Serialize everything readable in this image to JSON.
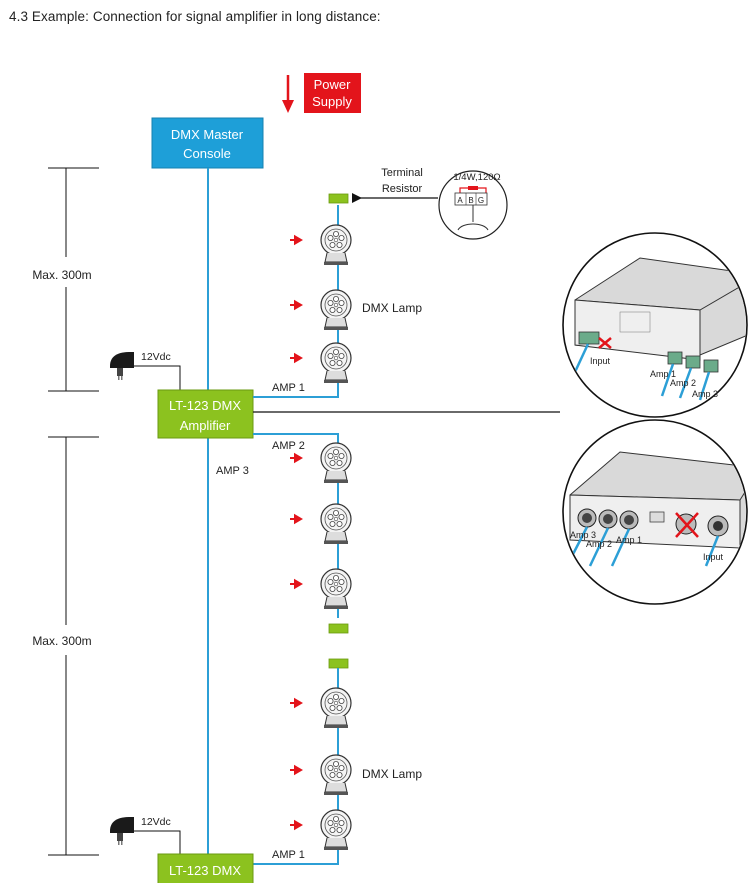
{
  "title": "4.3 Example: Connection for signal amplifier in long distance:",
  "power_supply": {
    "line1": "Power",
    "line2": "Supply"
  },
  "master_console": {
    "line1": "DMX Master",
    "line2": "Console"
  },
  "terminal_resistor": {
    "line1": "Terminal",
    "line2": "Resistor",
    "value": "1/4W,120Ω",
    "pins": [
      "A",
      "B",
      "G"
    ]
  },
  "amplifier_1": {
    "line1": "LT-123 DMX",
    "line2": "Amplifier"
  },
  "amplifier_2": {
    "line1": "LT-123 DMX"
  },
  "distance_labels": [
    "Max. 300m",
    "Max. 300m"
  ],
  "power_adapter_label": "12Vdc",
  "lamp_label": "DMX Lamp",
  "amp_labels": {
    "amp1": "AMP 1",
    "amp2": "AMP 2",
    "amp3": "AMP 3"
  },
  "inset_top": {
    "input": "Input",
    "outputs": [
      "Amp 1",
      "Amp 2",
      "Amp 3"
    ]
  },
  "inset_bottom": {
    "input": "Input",
    "outputs": [
      "Amp 3",
      "Amp 2",
      "Amp 1"
    ]
  },
  "colors": {
    "console": "#1e9fd8",
    "amplifier": "#8cc21f",
    "power": "#e3141b",
    "signal_line": "#2c9fd6",
    "arrow": "#e3141b"
  }
}
